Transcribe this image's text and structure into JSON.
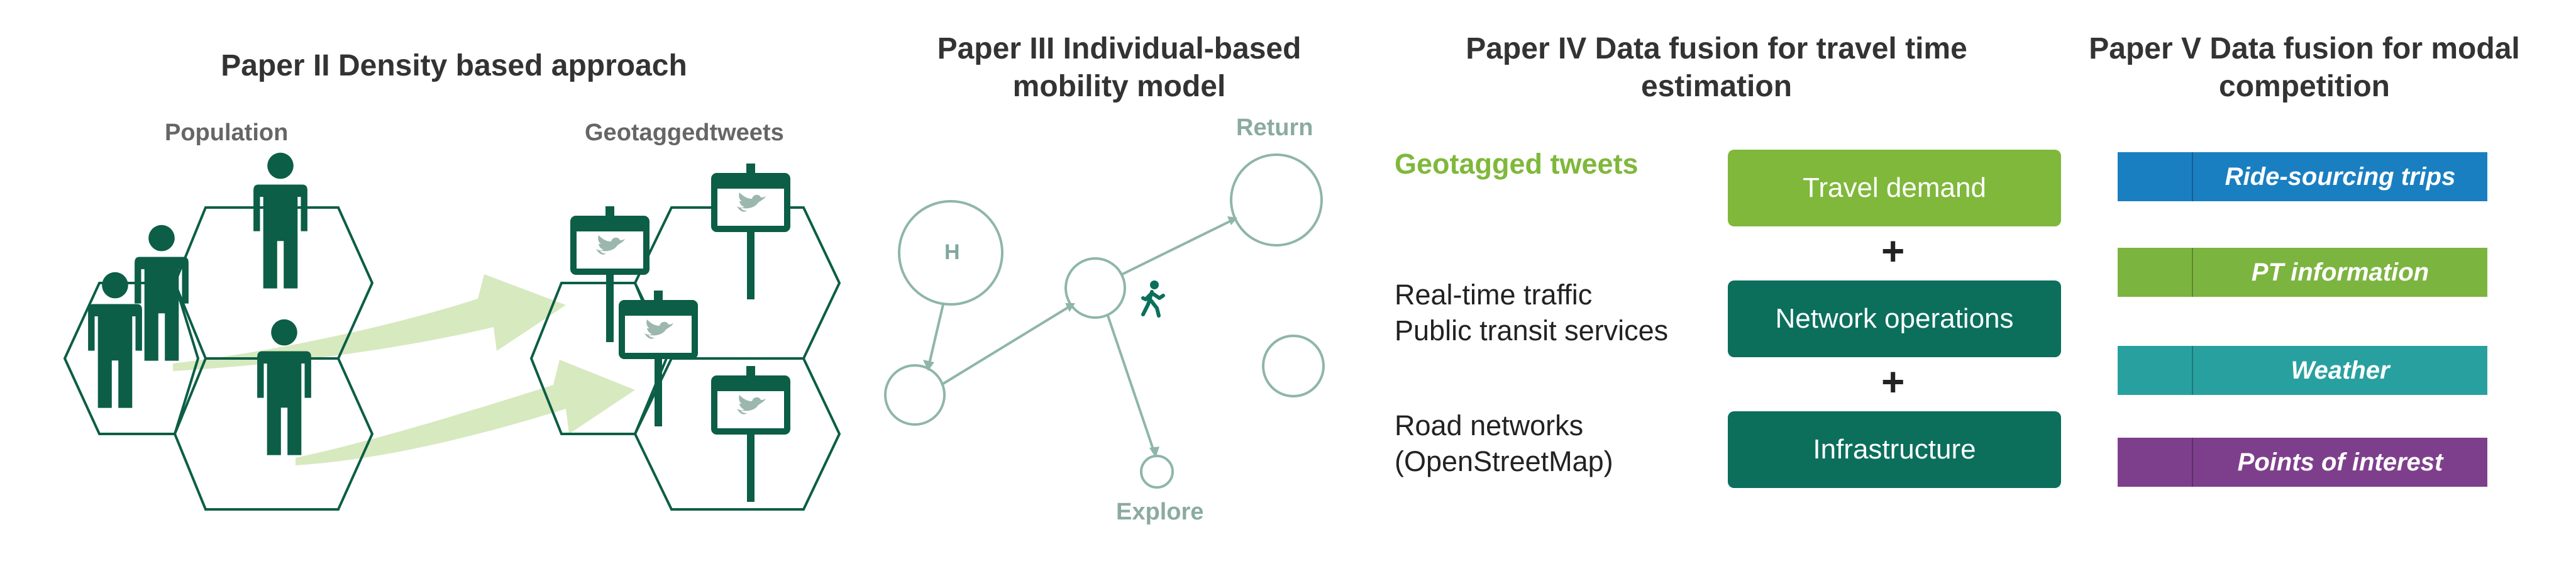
{
  "panel2": {
    "title": "Paper II Density based approach",
    "population_label": "Population",
    "tweets_label": "Geotaggedtweets"
  },
  "panel3": {
    "title_line1": "Paper III Individual-based",
    "title_line2": "mobility model",
    "home_label": "H",
    "return_label": "Return",
    "explore_label": "Explore"
  },
  "panel4": {
    "title_line1": "Paper IV Data fusion for travel time",
    "title_line2": "estimation",
    "sources": [
      {
        "lines": [
          "Geotagged tweets"
        ]
      },
      {
        "lines": [
          "Real-time traffic",
          "Public transit services"
        ]
      },
      {
        "lines": [
          "Road networks",
          "(OpenStreetMap)"
        ]
      }
    ],
    "boxes": [
      "Travel demand",
      "Network operations",
      "Infrastructure"
    ],
    "plus": "+"
  },
  "panel5": {
    "title_line1": "Paper V Data fusion for modal",
    "title_line2": "competition",
    "bars": [
      {
        "label": "Ride-sourcing trips",
        "color": "#1a7fc1"
      },
      {
        "label": "PT information",
        "color": "#7cb440"
      },
      {
        "label": "Weather",
        "color": "#29a0a0"
      },
      {
        "label": "Points of interest",
        "color": "#7d3f8c"
      }
    ]
  },
  "colors": {
    "dark_green": "#0c5e46",
    "teal_green": "#0b6f5c",
    "lime": "#7fb83b",
    "light_arrow": "#d7e9bf",
    "node_stroke": "#8fb5ab"
  }
}
